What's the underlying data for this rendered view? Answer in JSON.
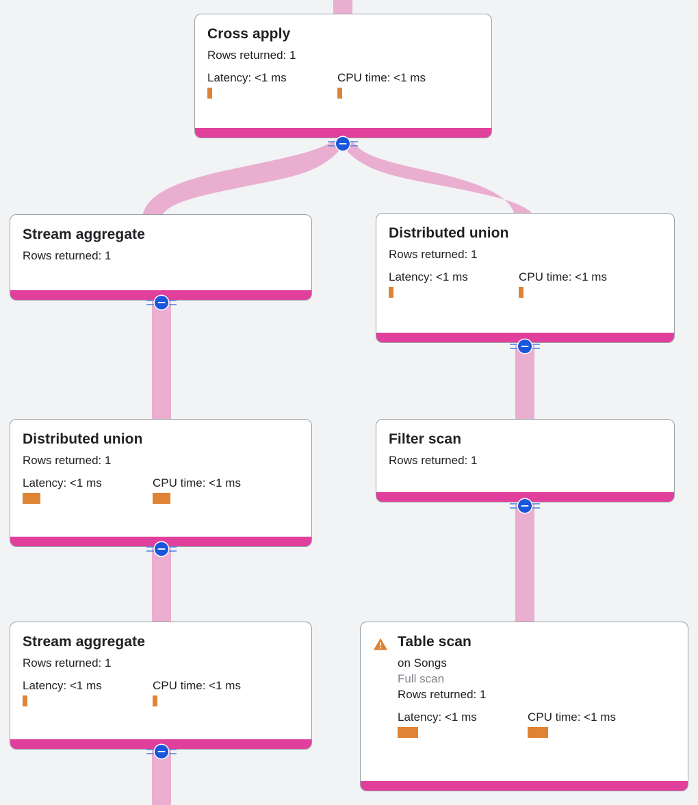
{
  "theme": {
    "background": "#f1f3f4",
    "card_background": "#ffffff",
    "card_border": "#9aa0a6",
    "footer_bar": "#e0409c",
    "edge": "#e9aed0",
    "metric_bar": "#df8434",
    "warning": "#df8434",
    "toggle_circle": "#1a56db",
    "muted_text": "#80868b",
    "text": "#202124"
  },
  "labels": {
    "rows_returned_prefix": "Rows returned:",
    "latency_prefix": "Latency:",
    "cpu_prefix": "CPU time:"
  },
  "nodes": [
    {
      "id": "cross-apply",
      "title": "Cross apply",
      "rows_returned": "Rows returned: 1",
      "latency": "Latency: <1 ms",
      "cpu_time": "CPU time: <1 ms",
      "latency_bar_width": 7,
      "cpu_bar_width": 7,
      "has_warning": false,
      "subtitle": null,
      "scan_note": null
    },
    {
      "id": "stream-aggregate-1",
      "title": "Stream aggregate",
      "rows_returned": "Rows returned: 1",
      "latency": null,
      "cpu_time": null,
      "latency_bar_width": 0,
      "cpu_bar_width": 0,
      "has_warning": false,
      "subtitle": null,
      "scan_note": null
    },
    {
      "id": "distributed-union-right",
      "title": "Distributed union",
      "rows_returned": "Rows returned: 1",
      "latency": "Latency: <1 ms",
      "cpu_time": "CPU time: <1 ms",
      "latency_bar_width": 7,
      "cpu_bar_width": 7,
      "has_warning": false,
      "subtitle": null,
      "scan_note": null
    },
    {
      "id": "distributed-union-left",
      "title": "Distributed union",
      "rows_returned": "Rows returned: 1",
      "latency": "Latency: <1 ms",
      "cpu_time": "CPU time: <1 ms",
      "latency_bar_width": 26,
      "cpu_bar_width": 26,
      "has_warning": false,
      "subtitle": null,
      "scan_note": null
    },
    {
      "id": "filter-scan",
      "title": "Filter scan",
      "rows_returned": "Rows returned: 1",
      "latency": null,
      "cpu_time": null,
      "latency_bar_width": 0,
      "cpu_bar_width": 0,
      "has_warning": false,
      "subtitle": null,
      "scan_note": null
    },
    {
      "id": "stream-aggregate-2",
      "title": "Stream aggregate",
      "rows_returned": "Rows returned: 1",
      "latency": "Latency: <1 ms",
      "cpu_time": "CPU time: <1 ms",
      "latency_bar_width": 7,
      "cpu_bar_width": 7,
      "has_warning": false,
      "subtitle": null,
      "scan_note": null
    },
    {
      "id": "table-scan",
      "title": "Table scan",
      "rows_returned": "Rows returned: 1",
      "latency": "Latency: <1 ms",
      "cpu_time": "CPU time: <1 ms",
      "latency_bar_width": 30,
      "cpu_bar_width": 30,
      "has_warning": true,
      "subtitle": "on Songs",
      "scan_note": "Full scan"
    }
  ],
  "toggles": [
    {
      "id": "toggle-cross-apply",
      "state": "expanded",
      "glyph": "minus"
    },
    {
      "id": "toggle-stream-aggregate-1",
      "state": "expanded",
      "glyph": "minus"
    },
    {
      "id": "toggle-distributed-union-right",
      "state": "expanded",
      "glyph": "minus"
    },
    {
      "id": "toggle-distributed-union-left",
      "state": "expanded",
      "glyph": "minus"
    },
    {
      "id": "toggle-filter-scan",
      "state": "expanded",
      "glyph": "minus"
    },
    {
      "id": "toggle-stream-aggregate-2",
      "state": "expanded",
      "glyph": "minus"
    }
  ]
}
